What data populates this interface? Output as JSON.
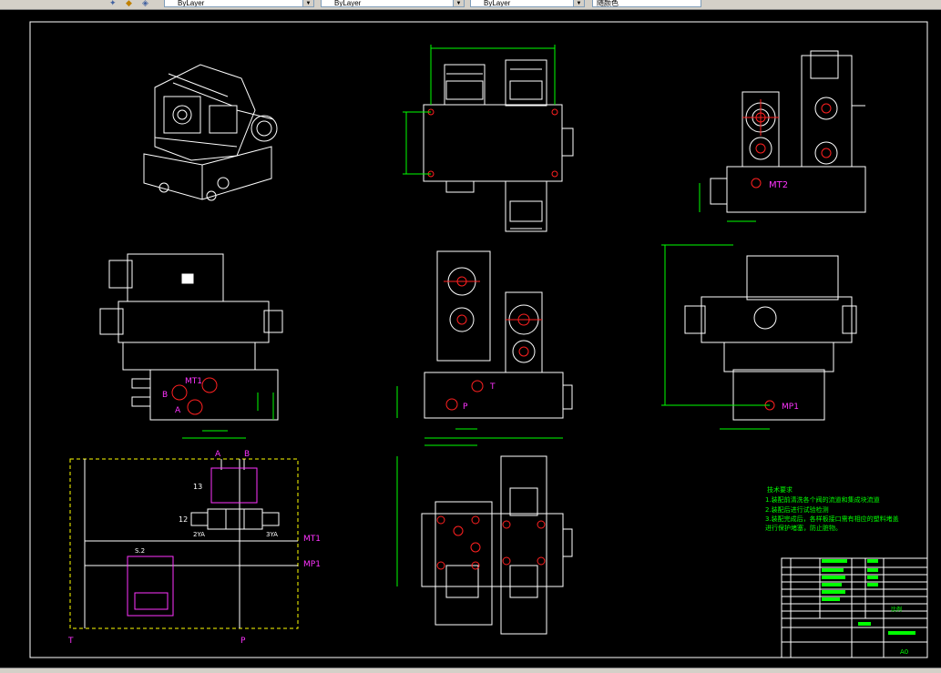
{
  "toolbar": {
    "layer_combo_1": "ByLayer",
    "layer_combo_2": "ByLayer",
    "layer_combo_3": "ByLayer",
    "color_combo": "随颜色"
  },
  "drawing": {
    "callouts": {
      "mt2": "MT2",
      "mt1": "MT1",
      "mp1": "MP1",
      "b_port": "B",
      "a_port": "A",
      "t_port": "T",
      "p_port": "P"
    },
    "schematic": {
      "label_a": "A",
      "label_b": "B",
      "num_13": "13",
      "num_12": "12",
      "label_2ya": "2YA",
      "label_3ya": "3YA",
      "label_s2": "S.2",
      "label_mt1": "MT1",
      "label_mp1": "MP1",
      "label_t": "T",
      "label_p": "P"
    },
    "tech_req": {
      "title": "技术要求",
      "line1": "1.装配前清洗各个阀的流道和集成块流道",
      "line2": "2.装配后进行试验检测",
      "line3": "3.装配完成后，各样板接口需有相应的塑料堵盖",
      "line4": "进行保护堵塞，防止脏物。"
    },
    "title_block": {
      "scale_label": "比例",
      "sheet": "A0"
    }
  },
  "colors": {
    "frame": "#ffffff",
    "drawing": "#ffffff",
    "dimension": "#00ff00",
    "center": "#ff2020",
    "label": "#ff33ff",
    "accent": "#ffff00"
  }
}
